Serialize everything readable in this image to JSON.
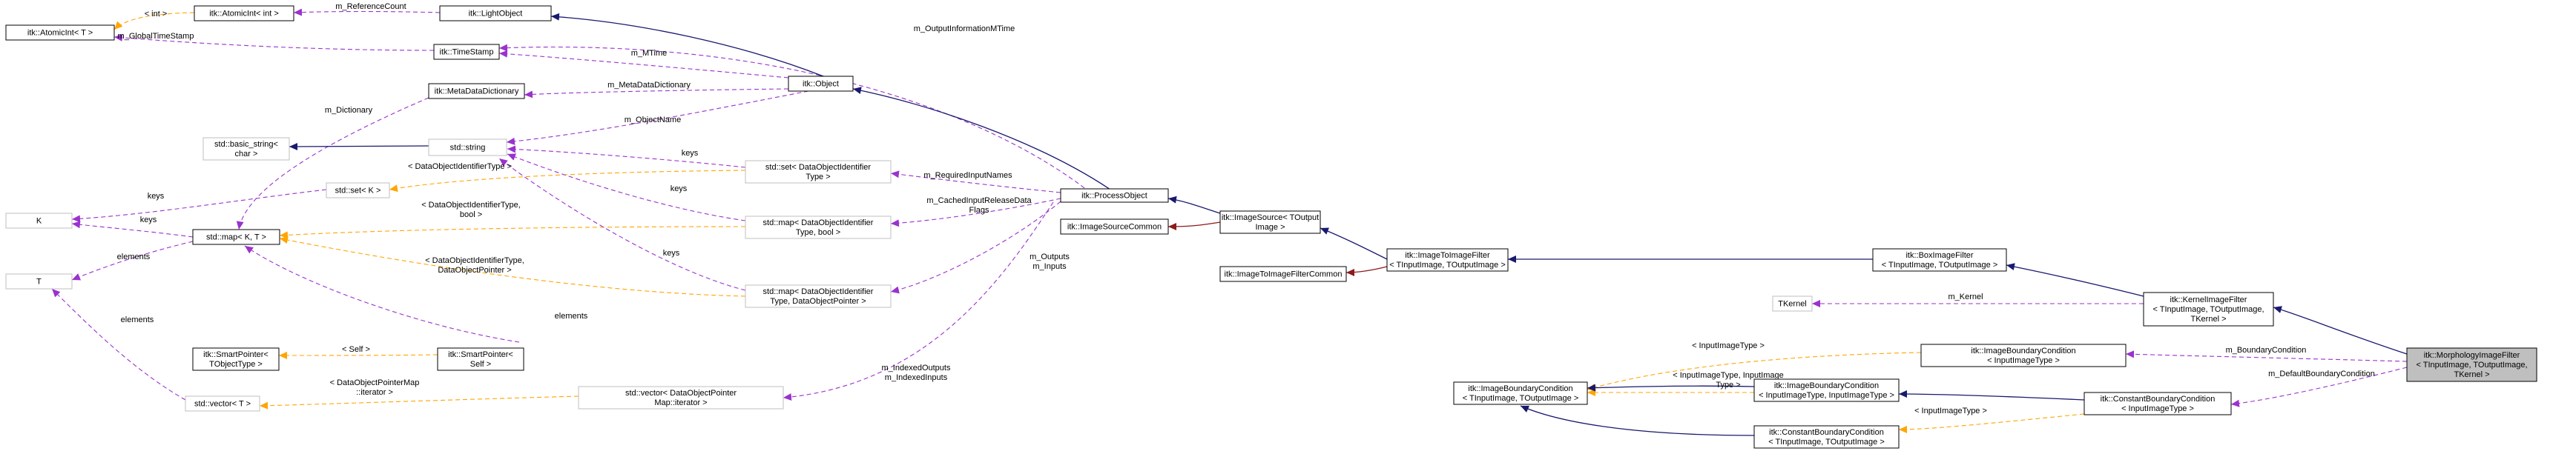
{
  "colors": {
    "inheritance": "#191970",
    "private_inheritance": "#8b1a1a",
    "usage": "#9a32cd",
    "template": "#ffa500",
    "external_border": "#bfbfbf",
    "focus_fill": "#bfbfbf"
  },
  "nodes": [
    {
      "id": "atomic_int",
      "lines": [
        "itk::AtomicInt< T >"
      ]
    },
    {
      "id": "atomic_int_int",
      "lines": [
        "itk::AtomicInt< int >"
      ]
    },
    {
      "id": "light_object",
      "lines": [
        "itk::LightObject"
      ]
    },
    {
      "id": "time_stamp",
      "lines": [
        "itk::TimeStamp"
      ]
    },
    {
      "id": "meta_data_dictionary",
      "lines": [
        "itk::MetaDataDictionary"
      ]
    },
    {
      "id": "itk_object",
      "lines": [
        "itk::Object"
      ]
    },
    {
      "id": "std_string",
      "lines": [
        "std::string"
      ]
    },
    {
      "id": "basic_string",
      "lines": [
        "std::basic_string<",
        "char >"
      ]
    },
    {
      "id": "set_dataobject",
      "lines": [
        "std::set< DataObjectIdentifier",
        "Type >"
      ]
    },
    {
      "id": "set_k",
      "lines": [
        "std::set< K >"
      ]
    },
    {
      "id": "k_param",
      "lines": [
        "K"
      ]
    },
    {
      "id": "map_kt",
      "lines": [
        "std::map< K, T >"
      ]
    },
    {
      "id": "map_bool",
      "lines": [
        "std::map< DataObjectIdentifier",
        "Type, bool >"
      ]
    },
    {
      "id": "map_pointer",
      "lines": [
        "std::map< DataObjectIdentifier",
        "Type, DataObjectPointer >"
      ]
    },
    {
      "id": "t_param",
      "lines": [
        "T"
      ]
    },
    {
      "id": "smart_pointer_t",
      "lines": [
        "itk::SmartPointer<",
        "TObjectType >"
      ]
    },
    {
      "id": "smart_pointer_self",
      "lines": [
        "itk::SmartPointer<",
        "Self >"
      ]
    },
    {
      "id": "vector_t",
      "lines": [
        "std::vector< T >"
      ]
    },
    {
      "id": "vector_iterator",
      "lines": [
        "std::vector< DataObjectPointer",
        "Map::iterator >"
      ]
    },
    {
      "id": "process_object",
      "lines": [
        "itk::ProcessObject"
      ]
    },
    {
      "id": "image_source_common",
      "lines": [
        "itk::ImageSourceCommon"
      ]
    },
    {
      "id": "image_source",
      "lines": [
        "itk::ImageSource< TOutput",
        "Image >"
      ]
    },
    {
      "id": "image_to_image_filter_common",
      "lines": [
        "itk::ImageToImageFilterCommon"
      ]
    },
    {
      "id": "image_to_image_filter",
      "lines": [
        "itk::ImageToImageFilter",
        "< TInputImage, TOutputImage >"
      ]
    },
    {
      "id": "box_image_filter",
      "lines": [
        "itk::BoxImageFilter",
        "< TInputImage, TOutputImage >"
      ]
    },
    {
      "id": "tkernel",
      "lines": [
        "TKernel"
      ]
    },
    {
      "id": "kernel_image_filter",
      "lines": [
        "itk::KernelImageFilter",
        "< TInputImage, TOutputImage,",
        "TKernel >"
      ]
    },
    {
      "id": "morphology_image_filter",
      "lines": [
        "itk::MorphologyImageFilter",
        "< TInputImage, TOutputImage,",
        "TKernel >"
      ]
    },
    {
      "id": "ibc_input",
      "lines": [
        "itk::ImageBoundaryCondition",
        "< InputImageType >"
      ]
    },
    {
      "id": "ibc_tt",
      "lines": [
        "itk::ImageBoundaryCondition",
        "< TInputImage, TOutputImage >"
      ]
    },
    {
      "id": "ibc_ii",
      "lines": [
        "itk::ImageBoundaryCondition",
        "< InputImageType, InputImageType >"
      ]
    },
    {
      "id": "cbc_tt",
      "lines": [
        "itk::ConstantBoundaryCondition",
        "< TInputImage, TOutputImage >"
      ]
    },
    {
      "id": "cbc_input",
      "lines": [
        "itk::ConstantBoundaryCondition",
        "< InputImageType >"
      ]
    }
  ],
  "edge_labels": [
    {
      "id": "lbl_int",
      "lines": [
        "< int >"
      ]
    },
    {
      "id": "lbl_reference_count",
      "lines": [
        "m_ReferenceCount"
      ]
    },
    {
      "id": "lbl_global_time_stamp",
      "lines": [
        "m_GlobalTimeStamp"
      ]
    },
    {
      "id": "lbl_output_information_mtime",
      "lines": [
        "m_OutputInformationMTime"
      ]
    },
    {
      "id": "lbl_mtime",
      "lines": [
        "m_MTime"
      ]
    },
    {
      "id": "lbl_meta_data_dictionary",
      "lines": [
        "m_MetaDataDictionary"
      ]
    },
    {
      "id": "lbl_object_name",
      "lines": [
        "m_ObjectName"
      ]
    },
    {
      "id": "lbl_dictionary",
      "lines": [
        "m_Dictionary"
      ]
    },
    {
      "id": "lbl_keys_set",
      "lines": [
        "keys"
      ]
    },
    {
      "id": "lbl_required_input_names",
      "lines": [
        "m_RequiredInputNames"
      ]
    },
    {
      "id": "lbl_set_k_template",
      "lines": [
        "< DataObjectIdentifierType >"
      ]
    },
    {
      "id": "lbl_keys_map_bool",
      "lines": [
        "keys"
      ]
    },
    {
      "id": "lbl_keys_k_setk",
      "lines": [
        "keys"
      ]
    },
    {
      "id": "lbl_keys_k_map",
      "lines": [
        "keys"
      ]
    },
    {
      "id": "lbl_cached_input_release",
      "lines": [
        "m_CachedInputReleaseData",
        "Flags"
      ]
    },
    {
      "id": "lbl_map_bool_template",
      "lines": [
        "< DataObjectIdentifierType,",
        "bool >"
      ]
    },
    {
      "id": "lbl_keys_map_pointer",
      "lines": [
        "keys"
      ]
    },
    {
      "id": "lbl_outputs_inputs",
      "lines": [
        "m_Outputs",
        "m_Inputs"
      ]
    },
    {
      "id": "lbl_map_pointer_template",
      "lines": [
        "< DataObjectIdentifierType,",
        "DataObjectPointer >"
      ]
    },
    {
      "id": "lbl_elements_t_map",
      "lines": [
        "elements"
      ]
    },
    {
      "id": "lbl_elements_smart",
      "lines": [
        "elements"
      ]
    },
    {
      "id": "lbl_elements_t_vector",
      "lines": [
        "elements"
      ]
    },
    {
      "id": "lbl_self",
      "lines": [
        "< Self >"
      ]
    },
    {
      "id": "lbl_vector_template",
      "lines": [
        "< DataObjectPointerMap",
        "::iterator >"
      ]
    },
    {
      "id": "lbl_indexed",
      "lines": [
        "m_IndexedOutputs",
        "m_IndexedInputs"
      ]
    },
    {
      "id": "lbl_kernel",
      "lines": [
        "m_Kernel"
      ]
    },
    {
      "id": "lbl_input_image_type_ibc",
      "lines": [
        "< InputImageType >"
      ]
    },
    {
      "id": "lbl_ii_template",
      "lines": [
        "< InputImageType, InputImage",
        "Type >"
      ]
    },
    {
      "id": "lbl_boundary_condition",
      "lines": [
        "m_BoundaryCondition"
      ]
    },
    {
      "id": "lbl_default_boundary_condition",
      "lines": [
        "m_DefaultBoundaryCondition"
      ]
    },
    {
      "id": "lbl_input_image_type_cbc",
      "lines": [
        "< InputImageType >"
      ]
    }
  ]
}
